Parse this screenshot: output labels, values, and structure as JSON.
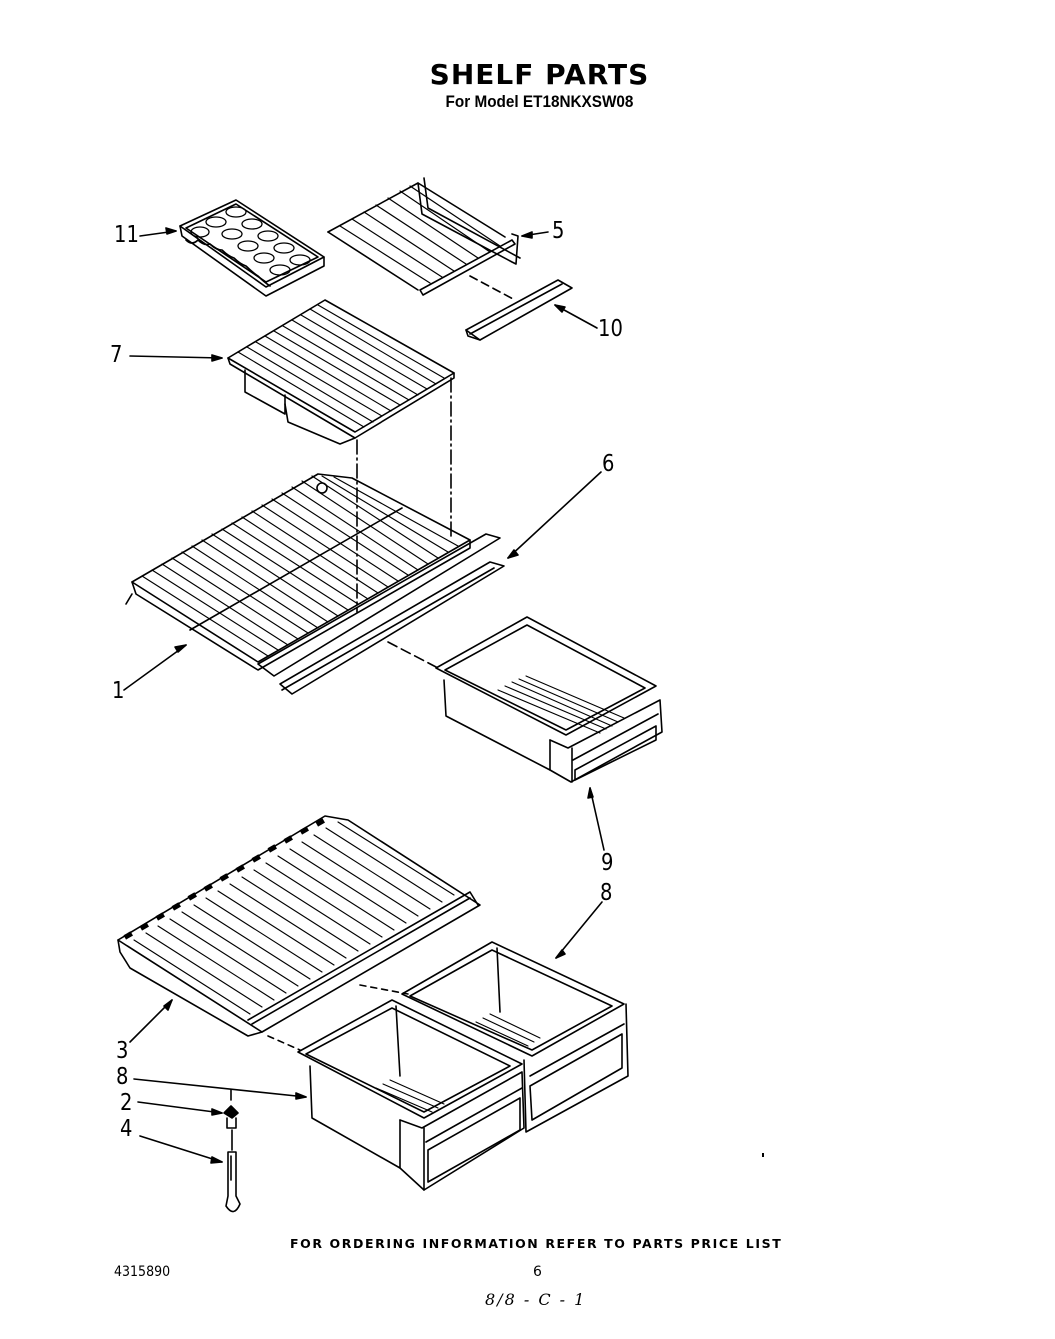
{
  "header": {
    "title": "SHELF PARTS",
    "subtitle": "For Model ET18NKXSW08"
  },
  "callouts": [
    {
      "id": "11",
      "label": "11",
      "part": "ice-cube-tray"
    },
    {
      "id": "5",
      "label": "5",
      "part": "freezer-wire-shelf"
    },
    {
      "id": "10",
      "label": "10",
      "part": "shelf-trim-rail-upper"
    },
    {
      "id": "7",
      "label": "7",
      "part": "meat-pan-cover-shelf"
    },
    {
      "id": "6",
      "label": "6",
      "part": "shelf-trim-rail"
    },
    {
      "id": "1",
      "label": "1",
      "part": "refrigerator-wire-shelf"
    },
    {
      "id": "9",
      "label": "9",
      "part": "meat-pan-drawer"
    },
    {
      "id": "8a",
      "label": "8",
      "part": "crisper-drawer-right"
    },
    {
      "id": "3",
      "label": "3",
      "part": "crisper-cover-shelf"
    },
    {
      "id": "8b",
      "label": "8",
      "part": "crisper-drawer-left"
    },
    {
      "id": "2",
      "label": "2",
      "part": "shelf-support-cap"
    },
    {
      "id": "4",
      "label": "4",
      "part": "shelf-support-post"
    }
  ],
  "footer": {
    "ordering_note": "FOR ORDERING INFORMATION REFER TO PARTS PRICE LIST",
    "part_number": "4315890",
    "page_number": "6",
    "handwritten_code": "8/8 - C - 1"
  },
  "colors": {
    "ink": "#000000",
    "paper": "#ffffff"
  }
}
